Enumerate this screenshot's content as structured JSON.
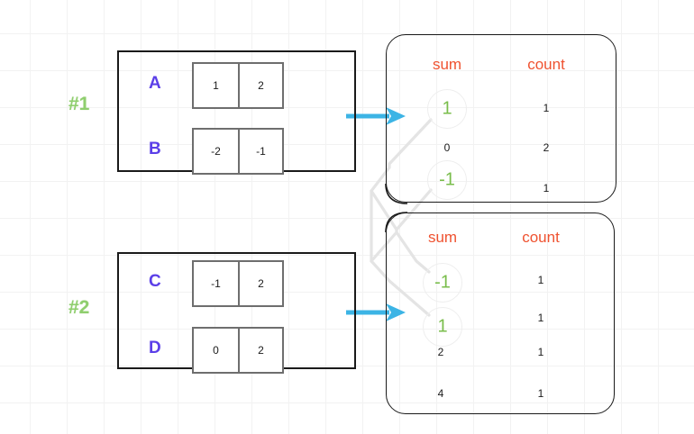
{
  "diagram": {
    "title_tags": [
      {
        "id": "tag-1",
        "label": "#1"
      },
      {
        "id": "tag-2",
        "label": "#2"
      }
    ],
    "colors": {
      "tag_green": "#8fce6e",
      "row_label_purple": "#5b3fe8",
      "header_orange": "#ef5230",
      "highlight_green": "#79bd4b",
      "arrow_blue": "#3cb4e5",
      "connector_gray": "#e2e2e2",
      "box_border": "#1a1a1a",
      "cell_border": "#6e6e6e",
      "grid": "#f2f2f2"
    },
    "groups": [
      {
        "name": "group-1",
        "tag": "#1",
        "rows": [
          {
            "label": "A",
            "values": [
              "1",
              "2"
            ]
          },
          {
            "label": "B",
            "values": [
              "-2",
              "-1"
            ]
          }
        ]
      },
      {
        "name": "group-2",
        "tag": "#2",
        "rows": [
          {
            "label": "C",
            "values": [
              "-1",
              "2"
            ]
          },
          {
            "label": "D",
            "values": [
              "0",
              "2"
            ]
          }
        ]
      }
    ],
    "tables": [
      {
        "name": "table-1",
        "headers": {
          "sum": "sum",
          "count": "count"
        },
        "rows": [
          {
            "sum": "1",
            "count": "1",
            "highlight": true
          },
          {
            "sum": "0",
            "count": "2",
            "highlight": false
          },
          {
            "sum": "-1",
            "count": "1",
            "highlight": true
          }
        ]
      },
      {
        "name": "table-2",
        "headers": {
          "sum": "sum",
          "count": "count"
        },
        "rows": [
          {
            "sum": "-1",
            "count": "1",
            "highlight": true
          },
          {
            "sum": "1",
            "count": "1",
            "highlight": true
          },
          {
            "sum": "2",
            "count": "1",
            "highlight": false
          },
          {
            "sum": "4",
            "count": "1",
            "highlight": false
          }
        ]
      }
    ],
    "arrows": [
      {
        "name": "arrow-group1-to-table1"
      },
      {
        "name": "arrow-group2-to-table2"
      }
    ]
  }
}
